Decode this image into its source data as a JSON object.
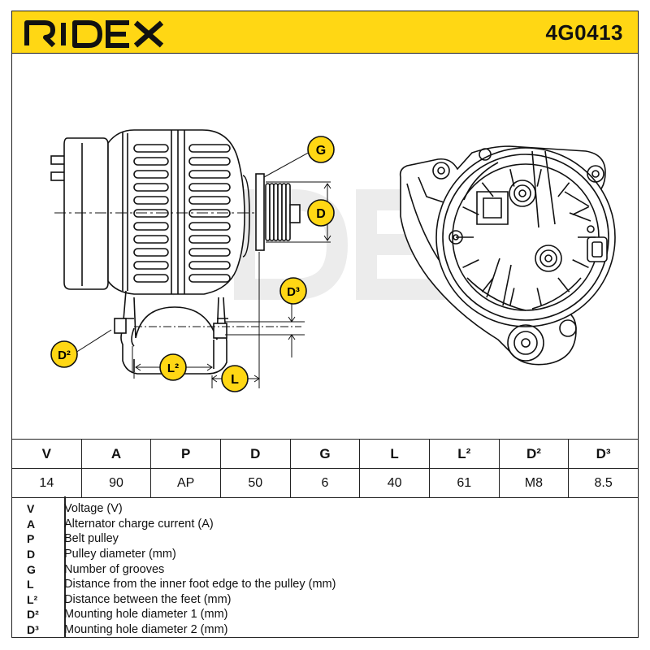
{
  "header": {
    "brand": "RIDEX",
    "part_number": "4G0413"
  },
  "callouts": {
    "g": "G",
    "d": "D",
    "d3": "D³",
    "d2": "D²",
    "l2": "L²",
    "l": "L"
  },
  "table": {
    "headers": [
      "V",
      "A",
      "P",
      "D",
      "G",
      "L",
      "L²",
      "D²",
      "D³"
    ],
    "values": [
      "14",
      "90",
      "AP",
      "50",
      "6",
      "40",
      "61",
      "M8",
      "8.5"
    ]
  },
  "legend": [
    {
      "key": "V",
      "desc": "Voltage (V)"
    },
    {
      "key": "A",
      "desc": "Alternator charge current (A)"
    },
    {
      "key": "P",
      "desc": "Belt pulley"
    },
    {
      "key": "D",
      "desc": "Pulley diameter (mm)"
    },
    {
      "key": "G",
      "desc": "Number of grooves"
    },
    {
      "key": "L",
      "desc": "Distance from the inner foot edge to the pulley (mm)"
    },
    {
      "key": "L²",
      "desc": "Distance between the feet (mm)"
    },
    {
      "key": "D²",
      "desc": "Mounting hole diameter 1 (mm)"
    },
    {
      "key": "D³",
      "desc": "Mounting hole diameter 2 (mm)"
    }
  ],
  "colors": {
    "accent": "#ffd714",
    "line": "#111111",
    "watermark": "#ececec"
  }
}
